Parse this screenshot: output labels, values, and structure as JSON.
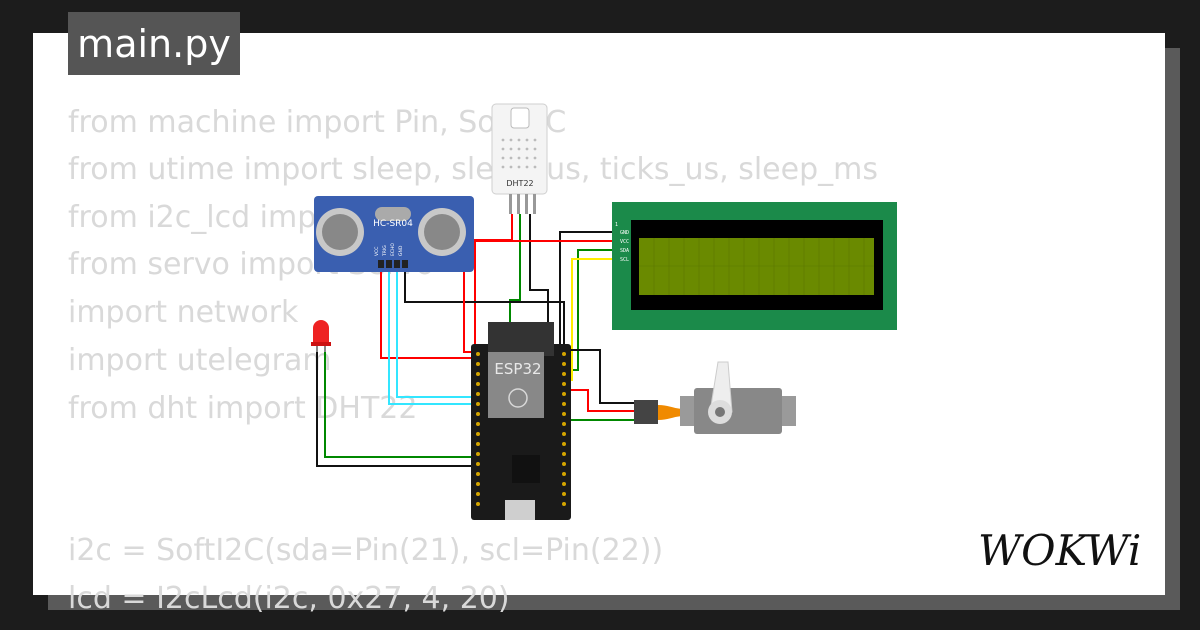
{
  "file_tab": {
    "label": "main.py"
  },
  "code_lines": [
    "from machine import Pin, SoftI2C",
    "from utime import sleep, sleep_us, ticks_us, sleep_ms",
    "from i2c_lcd import I2cLcd",
    "from servo import Servo",
    "import network",
    "import utelegram",
    "from dht import DHT22",
    "",
    "i2c = SoftI2C(sda=Pin(21), scl=Pin(22))",
    "lcd = I2cLcd(i2c, 0x27, 4, 20)"
  ],
  "components": {
    "dht": {
      "label": "DHT22"
    },
    "ultrasonic": {
      "label": "HC-SR04",
      "pins": [
        "VCC",
        "TRIG",
        "ECHO",
        "GND"
      ]
    },
    "esp": {
      "label": "ESP32"
    },
    "lcd": {
      "pins": [
        "GND",
        "VCC",
        "SDA",
        "SCL"
      ]
    }
  },
  "logo": {
    "text": "WOKWi"
  },
  "colors": {
    "background": "#1c1c1c",
    "card": "#ffffff",
    "tab": "#555555",
    "code_text": "#d9d9d9",
    "lcd_board": "#1b8a4a",
    "lcd_screen": "#6a8a00",
    "wire_red": "#ff0000",
    "wire_green": "#008800",
    "wire_black": "#111111",
    "wire_cyan": "#33e6ff",
    "wire_yellow": "#ffee00"
  }
}
